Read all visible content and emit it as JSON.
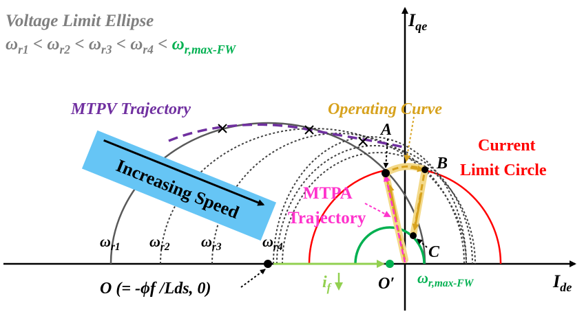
{
  "title": "Voltage Limit Ellipse",
  "inequality": {
    "w1": "ω",
    "s1": "r1",
    "lt1": " < ",
    "w2": "ω",
    "s2": "r2",
    "lt2": " < ",
    "w3": "ω",
    "s3": "r3",
    "lt3": " < ",
    "w4": "ω",
    "s4": "r4",
    "lt4": " < ",
    "wmax": "ω",
    "smax": "r,max-FW"
  },
  "labels": {
    "mtpv": "MTPV Trajectory",
    "operating_curve": "Operating Curve",
    "current_limit_line1": "Current",
    "current_limit_line2": "Limit Circle",
    "mtpa_line1": "MTPA",
    "mtpa_line2": "Trajectory",
    "increasing_speed": "Increasing Speed",
    "point_a": "A",
    "point_b": "B",
    "point_c": "C",
    "origin": "O (= -ϕf /Lds, 0)",
    "origin_prime": "O′",
    "if_label": "i",
    "if_sub": "f",
    "wr1": "ω",
    "wr1_sub": "r1",
    "wr2": "ω",
    "wr2_sub": "r2",
    "wr3": "ω",
    "wr3_sub": "r3",
    "wr4": "ω",
    "wr4_sub": "r4",
    "wmax_label": "ω",
    "wmax_sub": "r,max-FW"
  },
  "axes": {
    "y_main": "I",
    "y_sub": "qe",
    "x_main": "I",
    "x_sub": "de"
  },
  "colors": {
    "voltage_ellipse": "#595959",
    "dotted_ellipse": "#404040",
    "mtpv": "#7030a0",
    "operating_curve": "#d7a21e",
    "operating_fill": "#f3d98a",
    "current_limit": "#ff0000",
    "mtpa": "#ff33cc",
    "if_arrow": "#92d050",
    "banner": "#66c5f5",
    "green": "#00b050"
  }
}
